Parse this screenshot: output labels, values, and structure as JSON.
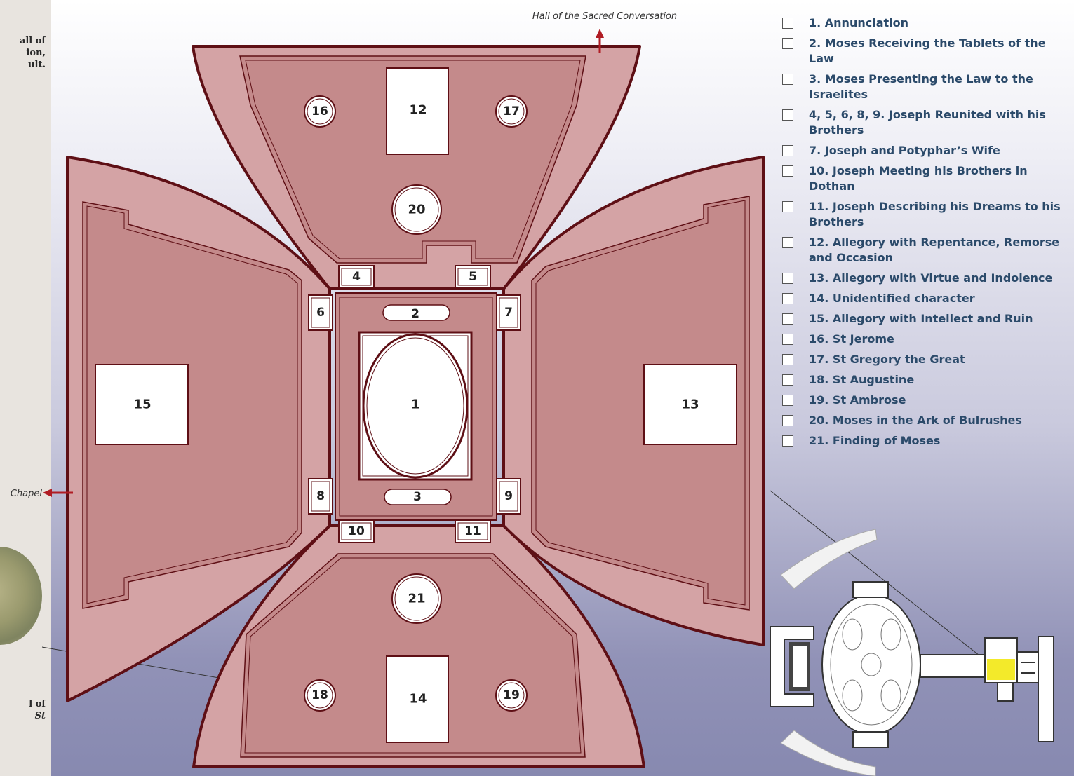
{
  "side_text_top": "all of\nion,\nult.",
  "side_text_bottom_bold": "l of",
  "side_text_bottom_italic": "St",
  "labels": {
    "top": "Hall of the Sacred Conversation",
    "left": "Chapel"
  },
  "numbers": {
    "n1": "1",
    "n2": "2",
    "n3": "3",
    "n4": "4",
    "n5": "5",
    "n6": "6",
    "n7": "7",
    "n8": "8",
    "n9": "9",
    "n10": "10",
    "n11": "11",
    "n12": "12",
    "n13": "13",
    "n14": "14",
    "n15": "15",
    "n16": "16",
    "n17": "17",
    "n18": "18",
    "n19": "19",
    "n20": "20",
    "n21": "21"
  },
  "legend": [
    "1. Annunciation",
    "2. Moses Receiving the Tablets of the Law",
    "3. Moses Presenting the Law to the Israelites",
    "4, 5, 6, 8, 9. Joseph Reunited with his Brothers",
    "7. Joseph and Potyphar’s Wife",
    "10. Joseph Meeting his Brothers in Dothan",
    "11. Joseph Describing his Dreams to his Brothers",
    "12. Allegory with Repentance, Remorse and Occasion",
    "13. Allegory with Virtue and Indolence",
    "14. Unidentified character",
    "15. Allegory with Intellect and Ruin",
    "16. St Jerome",
    "17. St Gregory the Great",
    "18. St Augustine",
    "19. St Ambrose",
    "20. Moses in the Ark of Bulrushes",
    "21. Finding of Moses"
  ],
  "colors": {
    "outer_fill": "#d4a3a5",
    "inner_fill": "#c48a8b",
    "outline": "#5e0f15",
    "accent_arrow": "#b01c24",
    "highlight": "#f3ea2a",
    "legend_text": "#2b4a6a"
  }
}
